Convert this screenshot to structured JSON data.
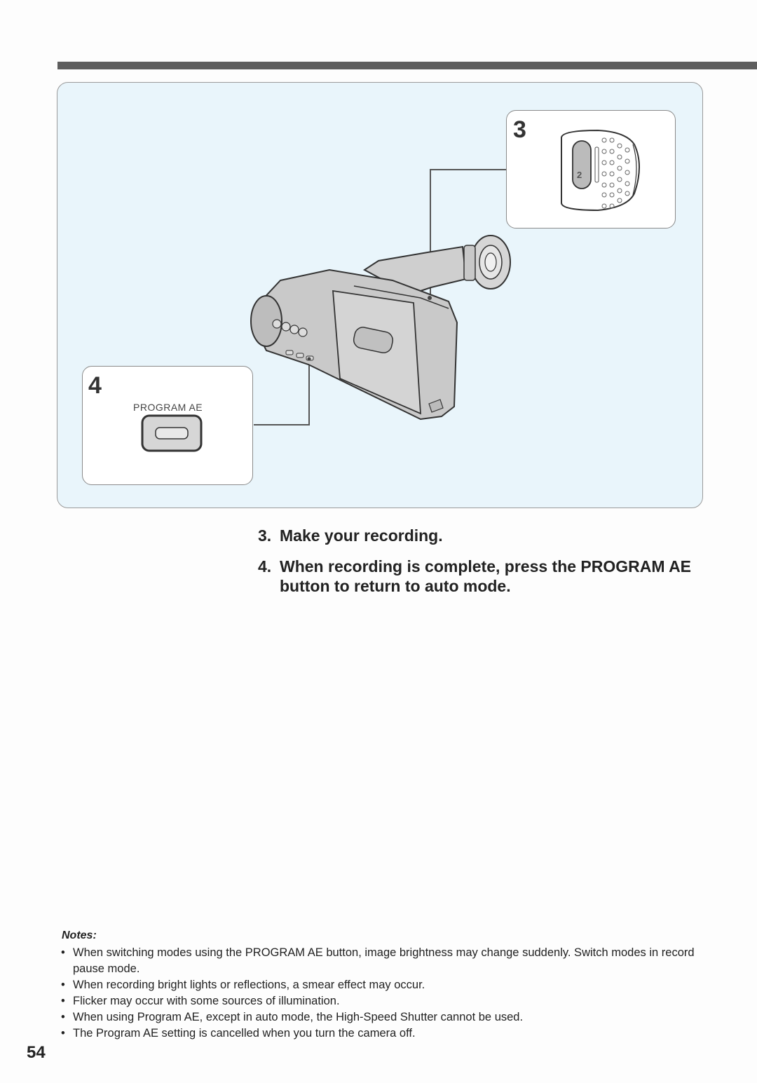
{
  "figure": {
    "callout_3": {
      "number": "3",
      "dial_label": "2"
    },
    "callout_4": {
      "number": "4",
      "button_label": "PROGRAM AE"
    }
  },
  "steps": [
    {
      "number": "3.",
      "text": "Make your recording."
    },
    {
      "number": "4.",
      "text": "When recording is complete, press the PROGRAM AE button to return to auto mode."
    }
  ],
  "notes": {
    "title": "Notes:",
    "items": [
      "When switching modes using the PROGRAM AE button, image brightness may change suddenly. Switch modes in record pause mode.",
      "When recording bright lights or reflections, a smear effect may occur.",
      "Flicker may occur with some sources of illumination.",
      "When using Program AE, except in auto mode, the High-Speed Shutter cannot be used.",
      "The Program AE setting is cancelled when you turn the camera off."
    ]
  },
  "page_number": "54"
}
